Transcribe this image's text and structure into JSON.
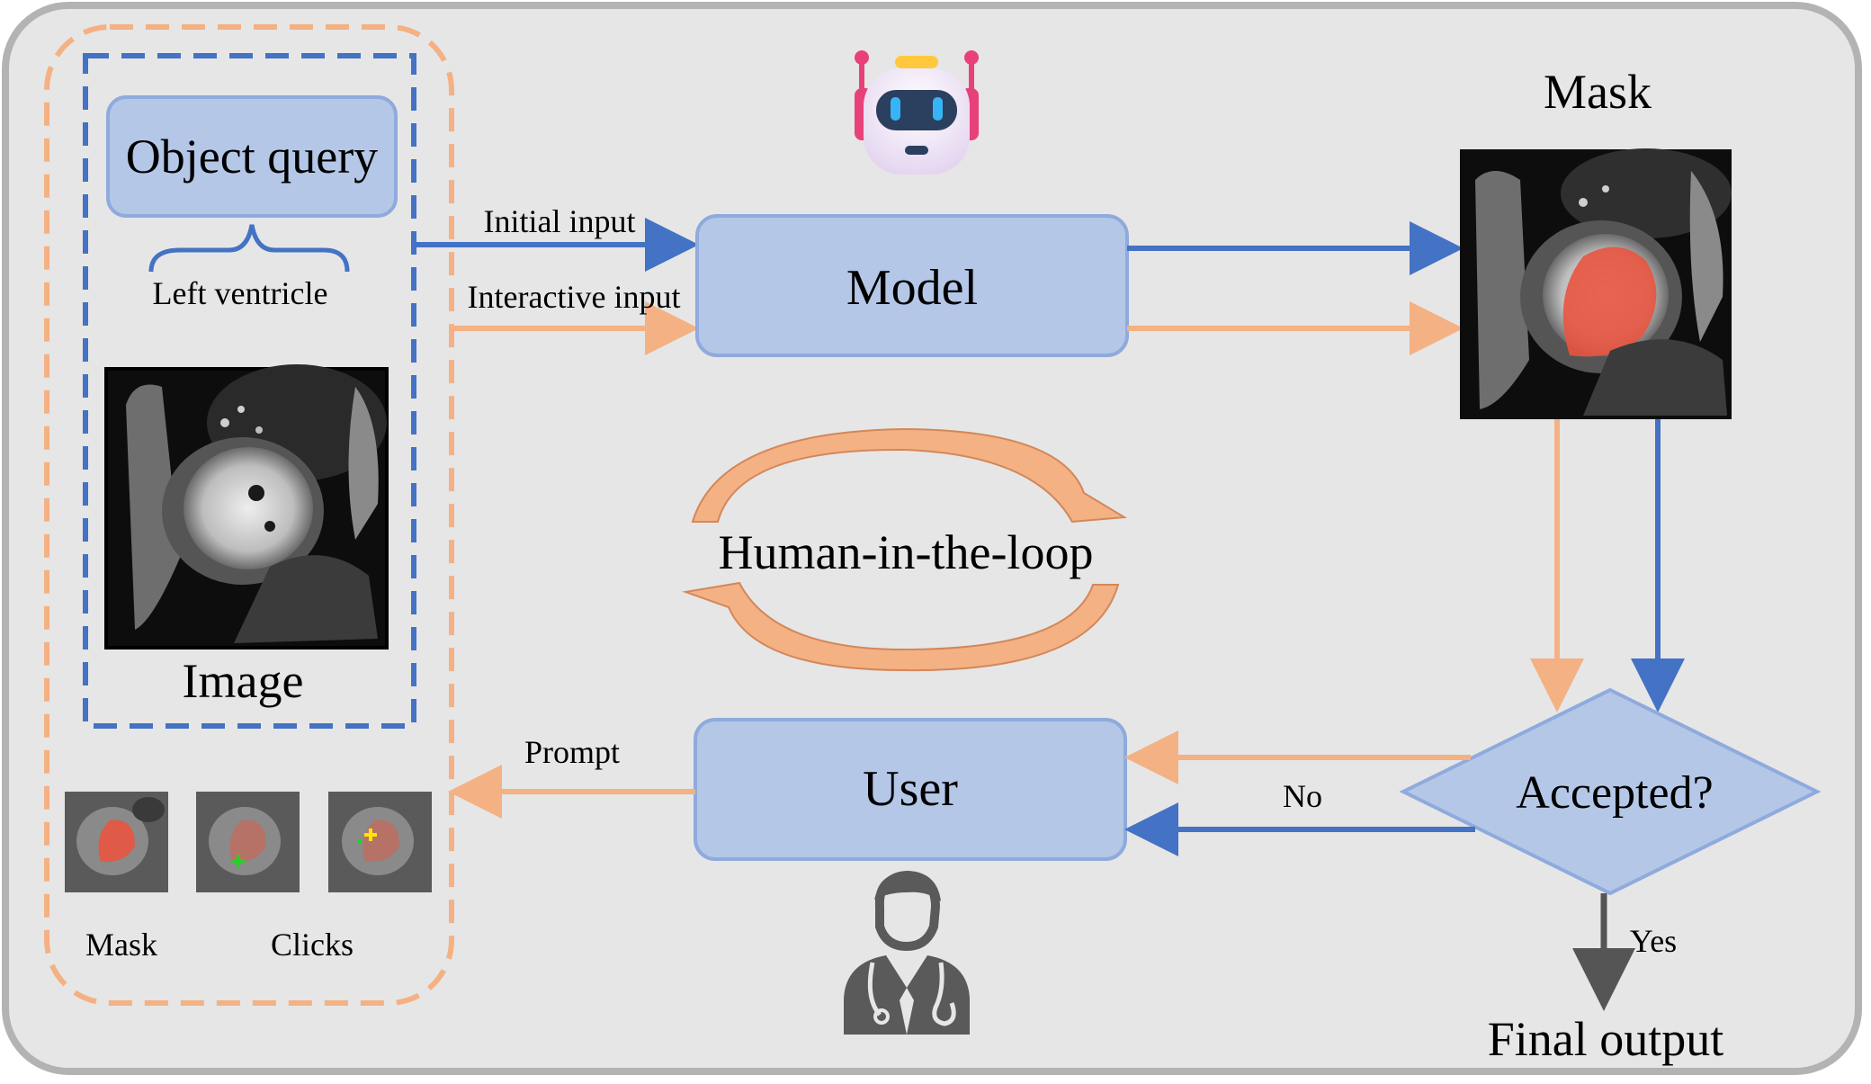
{
  "labels": {
    "object_query": "Object query",
    "left_ventricle": "Left ventricle",
    "image": "Image",
    "mask_small": "Mask",
    "clicks": "Clicks",
    "initial_input": "Initial input",
    "interactive_input": "Interactive input",
    "model": "Model",
    "mask_title": "Mask",
    "human_in_the_loop": "Human-in-the-loop",
    "user": "User",
    "prompt": "Prompt",
    "accepted": "Accepted?",
    "no": "No",
    "yes": "Yes",
    "final_output": "Final output"
  },
  "icons": {
    "robot": "robot-icon",
    "doctor": "doctor-icon"
  },
  "colors": {
    "blue_flow": "#4472c4",
    "orange_flow": "#f4b183",
    "box_fill": "#b4c7e7",
    "box_stroke": "#8faadc",
    "panel_bg": "#e6e6e6",
    "mask_red": "#e8543f",
    "dark_arrow": "#555555"
  }
}
